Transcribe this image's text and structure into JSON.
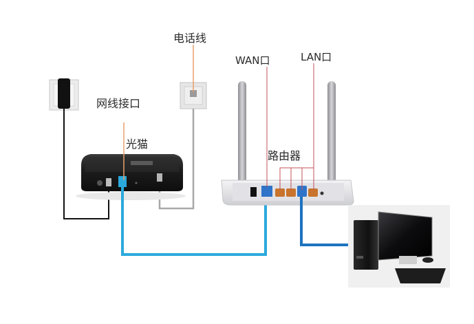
{
  "labels": {
    "network_jack": "网线接口",
    "optical_modem": "光猫",
    "phone_line": "电话线",
    "wan_port": "WAN口",
    "lan_port": "LAN口",
    "router": "路由器"
  },
  "colors": {
    "ethernet_cable": "#2aa9dc",
    "lan_cable": "#1e73c0",
    "fiber_cable": "#111111",
    "phone_cable": "#a8a8a8",
    "callout_wan_lan": "#c4505a",
    "callout_orange": "#e9a06a",
    "lan_port_fill": "#c8742d",
    "wan_port_fill": "#2f74c8"
  }
}
